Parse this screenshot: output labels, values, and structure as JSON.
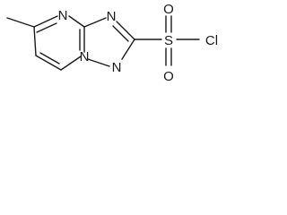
{
  "molecule": {
    "atoms": {
      "n_ring_top": "N",
      "n_triazole_top": "N",
      "n_bridgehead": "N",
      "n_triazole_bottom": "N",
      "s": "S",
      "o_top": "O",
      "o_bottom": "O",
      "cl": "Cl"
    },
    "colors": {
      "bond": "#1a1a1a",
      "label": "#1a1a1a"
    }
  }
}
